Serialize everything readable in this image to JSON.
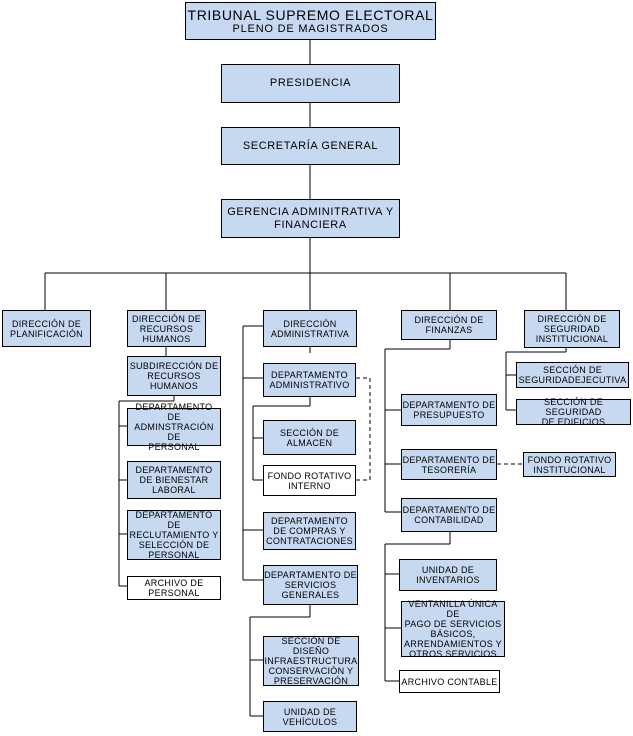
{
  "header": {
    "title": "TRIBUNAL SUPREMO ELECTORAL",
    "subtitle": "PLENO DE MAGISTRADOS"
  },
  "chain": {
    "presidencia": "PRESIDENCIA",
    "secretaria": "SECRETARÍA GENERAL",
    "gerencia": "GERENCIA ADMINITRATIVA  Y\nFINANCIERA"
  },
  "directions": {
    "planificacion": "DIRECCIÓN DE\nPLANIFICACIÓN",
    "rrhh": "DIRECCIÓN DE\nRECURSOS\nHUMANOS",
    "administrativa": "DIRECCIÓN\nADMINISTRATIVA",
    "finanzas": "DIRECCIÓN DE\nFINANZAS",
    "seguridad": "DIRECCIÓN DE\nSEGURIDAD\nINSTITUCIONAL"
  },
  "rrhh_units": {
    "subdireccion": "SUBDIRECCIÓN DE\nRECURSOS\nHUMANOS",
    "admin_personal": "DEPARTAMENTO DE\nADMINSTRACIÓN DE\nPERSONAL",
    "bienestar": "DEPARTAMENTO\nDE BIENESTAR\nLABORAL",
    "reclutamiento": "DEPARTAMENTO DE\nRECLUTAMIENTO Y\nSELECCIÓN DE\nPERSONAL",
    "archivo_personal": "ARCHIVO DE\nPERSONAL"
  },
  "admin_units": {
    "depto_admin": "DEPARTAMENTO\nADMINISTRATIVO",
    "almacen": "SECCIÓN DE\nALMACEN",
    "fondo_interno": "FONDO ROTATIVO\nINTERNO",
    "compras": "DEPARTAMENTO\nDE COMPRAS Y\nCONTRATACIONES",
    "servicios": "DEPARTAMENTO DE\nSERVICIOS\nGENERALES",
    "diseno": "SECCIÓN DE DISEÑO\nINFRAESTRUCTURA\nCONSERVACIÓN Y\nPRESERVACIÓN",
    "vehiculos": "UNIDAD DE\nVEHÍCULOS"
  },
  "finanzas_units": {
    "presupuesto": "DEPARTAMENTO DE\nPRESUPUESTO",
    "tesoreria": "DEPARTAMENTO DE\nTESORERÍA",
    "fondo_institucional": "FONDO ROTATIVO\nINSTITUCIONAL",
    "contabilidad": "DEPARTAMENTO DE\nCONTABILIDAD",
    "inventarios": "UNIDAD DE\nINVENTARIOS",
    "ventanilla": "VENTANILLA ÚNICA DE\nPAGO DE SERVICIOS\nBÁSICOS,\nARRENDAMIENTOS Y\nOTROS SERVICIOS",
    "archivo_contable": "ARCHIVO CONTABLE"
  },
  "seguridad_units": {
    "ejecutiva": "SECCIÓN DE\nSEGURIDADEJECUTIVA",
    "edificios": "SECCIÓN DE SEGURIDAD\nDE EDIFICIOS"
  }
}
